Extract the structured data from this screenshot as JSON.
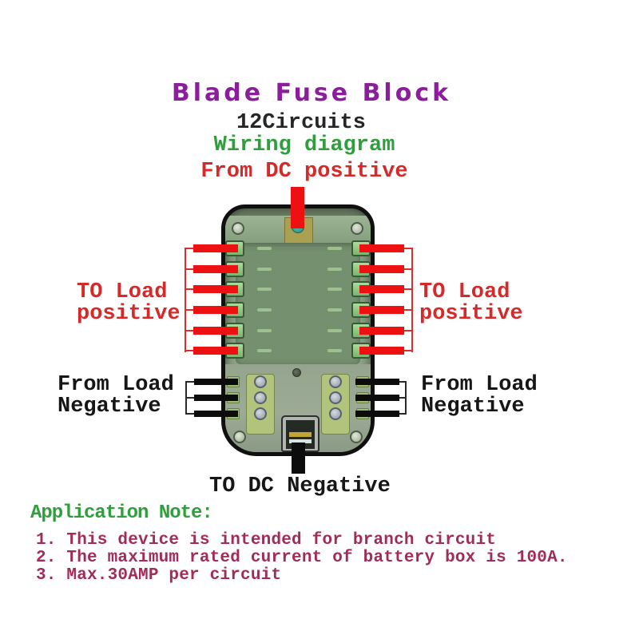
{
  "header": {
    "title": "Blade Fuse Block",
    "circuits": "12Circuits",
    "diagram": "Wiring diagram"
  },
  "wiring": {
    "from_dc_positive": "From DC positive",
    "to_dc_negative": "TO DC Negative",
    "to_load_positive_line1": "TO Load",
    "to_load_positive_line2": "positive",
    "from_load_negative_line1": "From Load",
    "from_load_negative_line2": "Negative",
    "positive_wires_per_side": 6,
    "negative_wires_per_side": 3
  },
  "device": {
    "circuit_count": 12,
    "fuse_slots_per_side": 6,
    "terminal_screws_per_strip": 3
  },
  "application_note": {
    "heading": "Application Note:",
    "items": [
      "1. This device is intended for branch circuit",
      "2. The maximum rated current of battery box is 100A.",
      "3. Max.30AMP per circuit"
    ]
  },
  "colors": {
    "title_purple": "#8b1f9b",
    "green_text": "#2f9e3c",
    "label_red": "#d42a2a",
    "wire_red": "#ee1111",
    "wire_black": "#0c0c0c",
    "note_magenta": "#a02c5a"
  }
}
